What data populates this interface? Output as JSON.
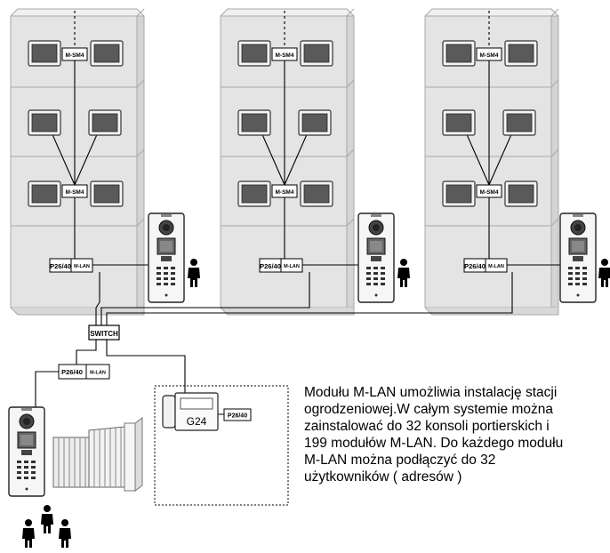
{
  "labels": {
    "msm4": "M-SM4",
    "p2640": "P26/40",
    "mlan": "M-LAN",
    "switch": "SWITCH",
    "g24": "G24"
  },
  "description": {
    "lines": [
      "Modułu M-LAN umożliwia instalację stacji",
      "ogrodzeniowej.W całym systemie można",
      "zainstalować do 32 konsoli portierskich i",
      "199 modułów M-LAN. Do każdego modułu",
      "M-LAN można podłączyć do 32",
      "użytkowników ( adresów )"
    ]
  },
  "colors": {
    "building_fill": "#e4e4e4",
    "building_stroke": "#a8a8a8",
    "screen": "#555555",
    "line": "#000000"
  }
}
